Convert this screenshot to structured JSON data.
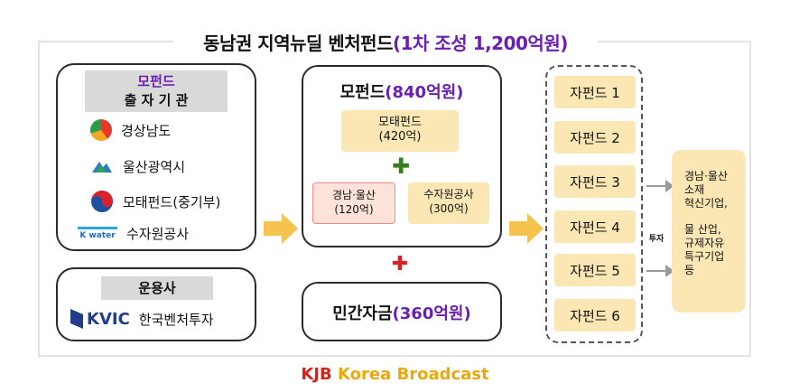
{
  "title": {
    "main": "동남권 지역뉴딜 벤처펀드",
    "highlight": "(1차 조성 1,200억원)"
  },
  "investors": {
    "header_line1": "모펀드",
    "header_line2": "출 자 기 관",
    "items": [
      {
        "label": "경상남도",
        "icon": "gyeongnam-logo-icon"
      },
      {
        "label": "울산광역시",
        "icon": "ulsan-logo-icon"
      },
      {
        "label": "모태펀드(중기부)",
        "icon": "taegeuk-logo-icon"
      },
      {
        "label": "수자원공사",
        "icon": "kwater-logo-icon"
      }
    ],
    "kwater_logo_text": "K water"
  },
  "operator": {
    "header": "운용사",
    "logo_text": "KVIC",
    "name": "한국벤처투자"
  },
  "mother_fund": {
    "title_prefix": "모펀드",
    "title_amount": "(840억원)",
    "motae": {
      "name": "모태펀드",
      "amount": "(420억)"
    },
    "gyeongnam": {
      "name": "경남·울산",
      "amount": "(120억)"
    },
    "water": {
      "name": "수자원공사",
      "amount": "(300억)"
    }
  },
  "private_fund": {
    "title_prefix": "민간자금",
    "title_amount": "(360억원)"
  },
  "sub_funds": [
    "자펀드 1",
    "자펀드 2",
    "자펀드 3",
    "자펀드 4",
    "자펀드 5",
    "자펀드 6"
  ],
  "invest_label": "투자",
  "targets": {
    "line1": "경남·울산",
    "line2": "소재",
    "line3": "혁신기업,",
    "line4": "물 산업,",
    "line5": "규제자유",
    "line6": "특구기업",
    "line7": "등"
  },
  "footer": {
    "kjb": "KJB",
    "rest": "Korea Broadcast"
  },
  "colors": {
    "purple": "#6a1fb0",
    "beige": "#fbe7b4",
    "pink": "#fde3d9",
    "red_border": "#f08a8a",
    "arrow_yellow": "#f5c34e",
    "plus_green": "#3a7d1f",
    "plus_red": "#e02020"
  }
}
